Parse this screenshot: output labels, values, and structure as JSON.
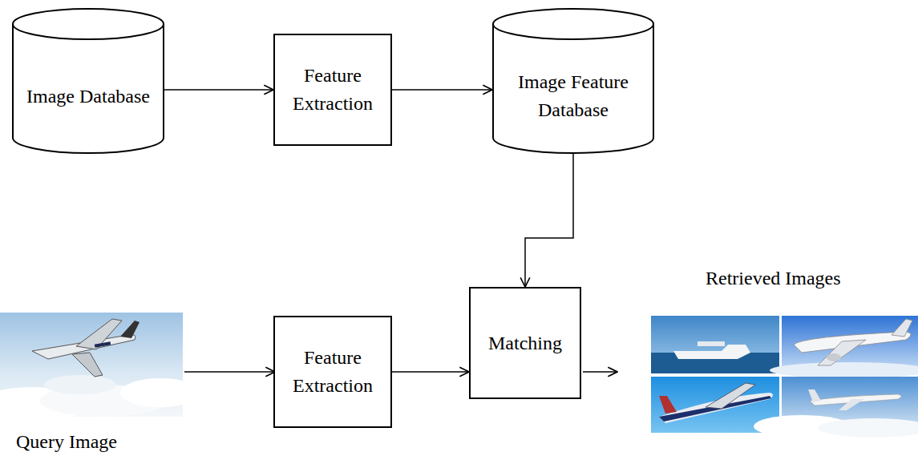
{
  "diagram": {
    "nodes": [
      {
        "text": [
          "Image Database"
        ]
      },
      {
        "text": [
          "Feature Extraction"
        ]
      },
      {
        "text": [
          "Image Feature Database"
        ]
      },
      {
        "text": [
          "Feature Extraction"
        ]
      },
      {
        "text": [
          "Matching"
        ]
      }
    ],
    "edges": [
      {
        "from": 0,
        "to": 1,
        "arrow": "to"
      },
      {
        "from": 1,
        "to": 2,
        "arrow": "to"
      },
      {
        "from": 2,
        "to": 4,
        "arrow": "to"
      },
      {
        "from": 3,
        "to": 4,
        "arrow": "to"
      }
    ],
    "labels": [
      "Retrieved Images",
      "Query Image"
    ]
  }
}
